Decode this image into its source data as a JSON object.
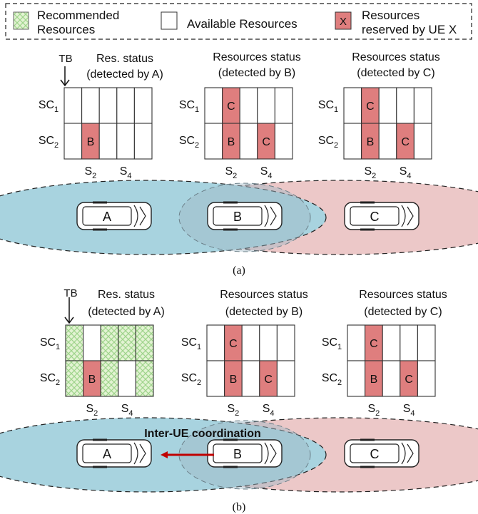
{
  "legend": {
    "recommended": "Recommended\nResources",
    "available": "Available Resources",
    "reserved_mark": "X",
    "reserved": "Resources\nreserved by UE X"
  },
  "colors": {
    "reserved_fill": "#df7e7e",
    "recommended_fill": "#e3f3d3",
    "recommended_hatch": "#9fd48c",
    "ellipse_left": "#a8d3df",
    "ellipse_right": "#ecc8c8",
    "arrow": "#c00000"
  },
  "tb_label": "TB",
  "subchannels": [
    "SC",
    "SC"
  ],
  "subchannel_idx": [
    "1",
    "2"
  ],
  "slot_labels": [
    "S",
    "S"
  ],
  "slot_idx": [
    "2",
    "4"
  ],
  "panels": [
    {
      "caption": "(a)",
      "grids": [
        {
          "title": [
            "Res. status",
            "(detected by A)"
          ],
          "cells": [
            [
              "",
              "",
              "",
              "",
              ""
            ],
            [
              "",
              "B",
              "",
              "",
              ""
            ]
          ],
          "recommended": []
        },
        {
          "title": [
            "Resources status",
            "(detected by B)"
          ],
          "cells": [
            [
              "",
              "C",
              "",
              "",
              ""
            ],
            [
              "",
              "B",
              "",
              "C",
              ""
            ]
          ],
          "recommended": []
        },
        {
          "title": [
            "Resources status",
            "(detected by C)"
          ],
          "cells": [
            [
              "",
              "C",
              "",
              "",
              ""
            ],
            [
              "",
              "B",
              "",
              "C",
              ""
            ]
          ],
          "recommended": []
        }
      ],
      "vehicles": [
        "A",
        "B",
        "C"
      ]
    },
    {
      "caption": "(b)",
      "grids": [
        {
          "title": [
            "Res. status",
            "(detected by A)"
          ],
          "cells": [
            [
              "",
              "",
              "",
              "",
              ""
            ],
            [
              "",
              "B",
              "",
              "",
              ""
            ]
          ],
          "recommended": [
            [
              0,
              0
            ],
            [
              0,
              2
            ],
            [
              0,
              3
            ],
            [
              0,
              4
            ],
            [
              1,
              0
            ],
            [
              1,
              2
            ],
            [
              1,
              4
            ]
          ]
        },
        {
          "title": [
            "Resources status",
            "(detected by B)"
          ],
          "cells": [
            [
              "",
              "C",
              "",
              "",
              ""
            ],
            [
              "",
              "B",
              "",
              "C",
              ""
            ]
          ],
          "recommended": []
        },
        {
          "title": [
            "Resources status",
            "(detected by C)"
          ],
          "cells": [
            [
              "",
              "C",
              "",
              "",
              ""
            ],
            [
              "",
              "B",
              "",
              "C",
              ""
            ]
          ],
          "recommended": []
        }
      ],
      "vehicles": [
        "A",
        "B",
        "C"
      ],
      "coordination_label": "Inter-UE coordination"
    }
  ]
}
